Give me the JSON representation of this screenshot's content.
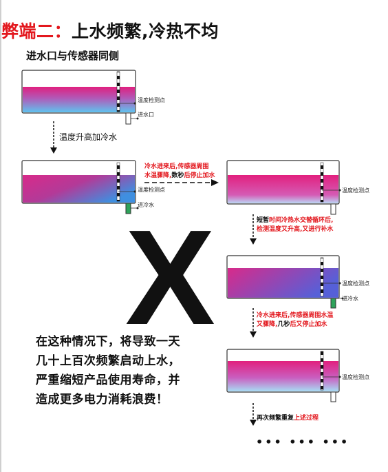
{
  "title": {
    "prefix": "弊端二：",
    "text": "上水频繁,冷热不均"
  },
  "subtitle": "进水口与传感器同侧",
  "labels": {
    "temp_point": "温度检测点",
    "water_inlet": "进水口",
    "cold_in": "进冷水",
    "temp_rise": "温度升高加冷水"
  },
  "note1": {
    "line1": "冷水进来后,传感器周围",
    "line2_red": "水温骤降,",
    "line2_dark": "数秒",
    "line2_red2": "后停止加水"
  },
  "note2": {
    "line1_dark": "短暂",
    "line1_red": "时间冷热水交替循环后,",
    "line2": "检测温度又升高,又进行补水"
  },
  "note3": {
    "line1": "冷水进来后,传感器周围水温",
    "line2_red": "又骤降,",
    "line2_dark": "几秒",
    "line2_red2": "后又停止加水"
  },
  "note4": {
    "dark": "再次频繁重复",
    "red": "上述过程"
  },
  "big_x": "X",
  "warning": [
    "在这种情况下，将导致一天",
    "几十上百次频繁启动上水，",
    "严重缩短产品使用寿命，并",
    "造成更多电力消耗浪费！"
  ],
  "ellipsis": "••• ••• •••",
  "colors": {
    "title_red": "#e3181e",
    "tank_top": "#e0207f",
    "tank_bottom": "#5fc3ef",
    "inlet_green": "#2ea35a"
  }
}
